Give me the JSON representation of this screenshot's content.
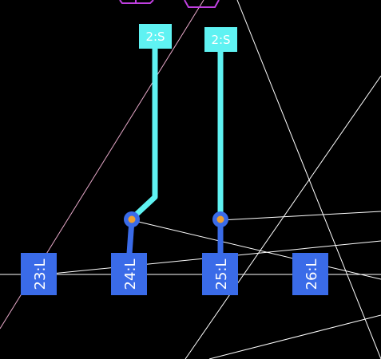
{
  "colors": {
    "background": "#000000",
    "pad": "#3a6be8",
    "trace_top": "#5ff2f2",
    "trace_bottom": "#3a6be8",
    "via_ring": "#3a6be8",
    "via_hole": "#f0a030",
    "ratsnest": "#ffffff",
    "ratsnest_pink": "#e6a8c8",
    "outline_purple": "#c040e0"
  },
  "top_pads": [
    {
      "id": "top-pad-left",
      "label": "2:S"
    },
    {
      "id": "top-pad-right",
      "label": "2:S"
    }
  ],
  "bottom_pads": [
    {
      "id": "pad-23",
      "label": "23:L"
    },
    {
      "id": "pad-24",
      "label": "24:L"
    },
    {
      "id": "pad-25",
      "label": "25:L"
    },
    {
      "id": "pad-26",
      "label": "26:L"
    }
  ]
}
